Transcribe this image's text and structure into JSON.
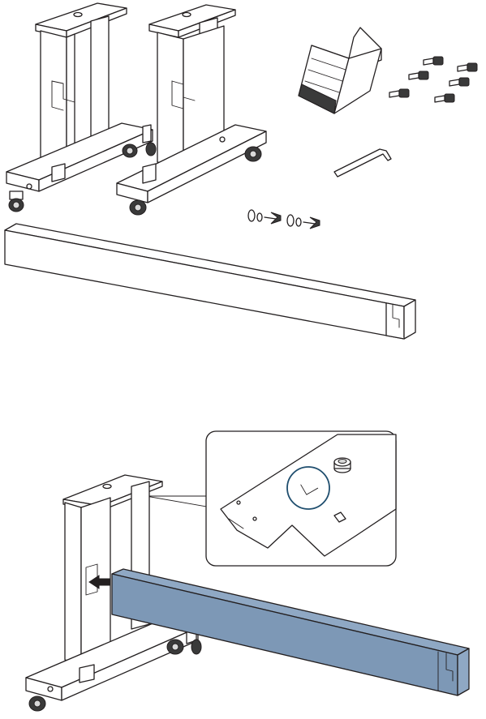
{
  "figure": {
    "colors": {
      "line": "#231f20",
      "background": "#ffffff",
      "highlight": "#8fa8c4",
      "callout_circle": "#1f4e6e"
    },
    "parts_illustration": {
      "components": [
        "left-leg",
        "right-leg",
        "paper-guide",
        "hex-bolts",
        "hex-key",
        "wing-bolts-and-washers",
        "crossbar"
      ],
      "hex_bolt_count": 6,
      "wing_bolt_count": 2
    },
    "assembly_illustration": {
      "components": [
        "left-leg",
        "crossbar-highlighted",
        "insert-arrow",
        "detail-callout"
      ],
      "callout_mark": "L"
    }
  }
}
